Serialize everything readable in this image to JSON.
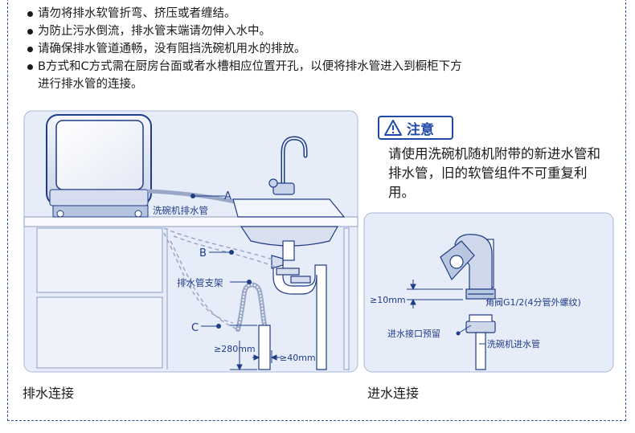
{
  "notes": [
    "请勿将排水软管折弯、挤压或者缠结。",
    "为防止污水倒流，排水管末端请勿伸入水中。",
    "请确保排水管道通畅，没有阻挡洗碗机用水的排放。",
    "B方式和C方式需在厨房台面或者水槽相应位置开孔，以便将排水管进入到橱柜下方",
    "进行排水管的连接。"
  ],
  "drain": {
    "caption": "排水连接",
    "label_a": "A",
    "label_b": "B",
    "label_c": "C",
    "hose_label": "洗碗机排水管",
    "bracket_label": "排水管支架",
    "dim_height": "≥280mm",
    "dim_width": "≥40mm"
  },
  "caution": {
    "title": "注意",
    "body": "请使用洗碗机随机附带的新进水管和排水管，旧的软管组件不可重复利用。"
  },
  "inlet": {
    "caption": "进水连接",
    "dim_gap": "≥10mm",
    "valve_label": "角阀G1/2(4分管外螺纹)",
    "reserve_label": "进水接口预留",
    "hose_label": "洗碗机进水管"
  },
  "colors": {
    "accent": "#1f4aa8",
    "panel": "#e6edf8",
    "line": "#1f3c88"
  }
}
